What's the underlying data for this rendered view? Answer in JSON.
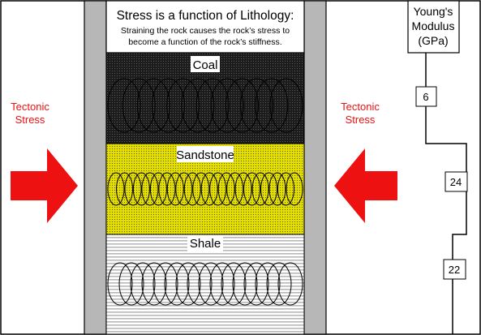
{
  "title": "Stress is a function of Lithology:",
  "subtitle_line1": "Straining the rock causes the rock’s stress to",
  "subtitle_line2": "become a function of the rock’s stiffness.",
  "left_label_line1": "Tectonic",
  "left_label_line2": "Stress",
  "right_label_line1": "Tectonic",
  "right_label_line2": "Stress",
  "modulus_header_line1": "Young's",
  "modulus_header_line2": "Modulus",
  "modulus_header_line3": "(GPa)",
  "layers": [
    {
      "name": "Coal",
      "modulus": "6",
      "fill": "#1a1a1a"
    },
    {
      "name": "Sandstone",
      "modulus": "24",
      "fill": "#d4d000"
    },
    {
      "name": "Shale",
      "modulus": "22",
      "fill": "#e0e0e0"
    }
  ],
  "colors": {
    "arrow": "#ee1111",
    "label": "#ee1111",
    "wall": "#b7b7b7"
  }
}
